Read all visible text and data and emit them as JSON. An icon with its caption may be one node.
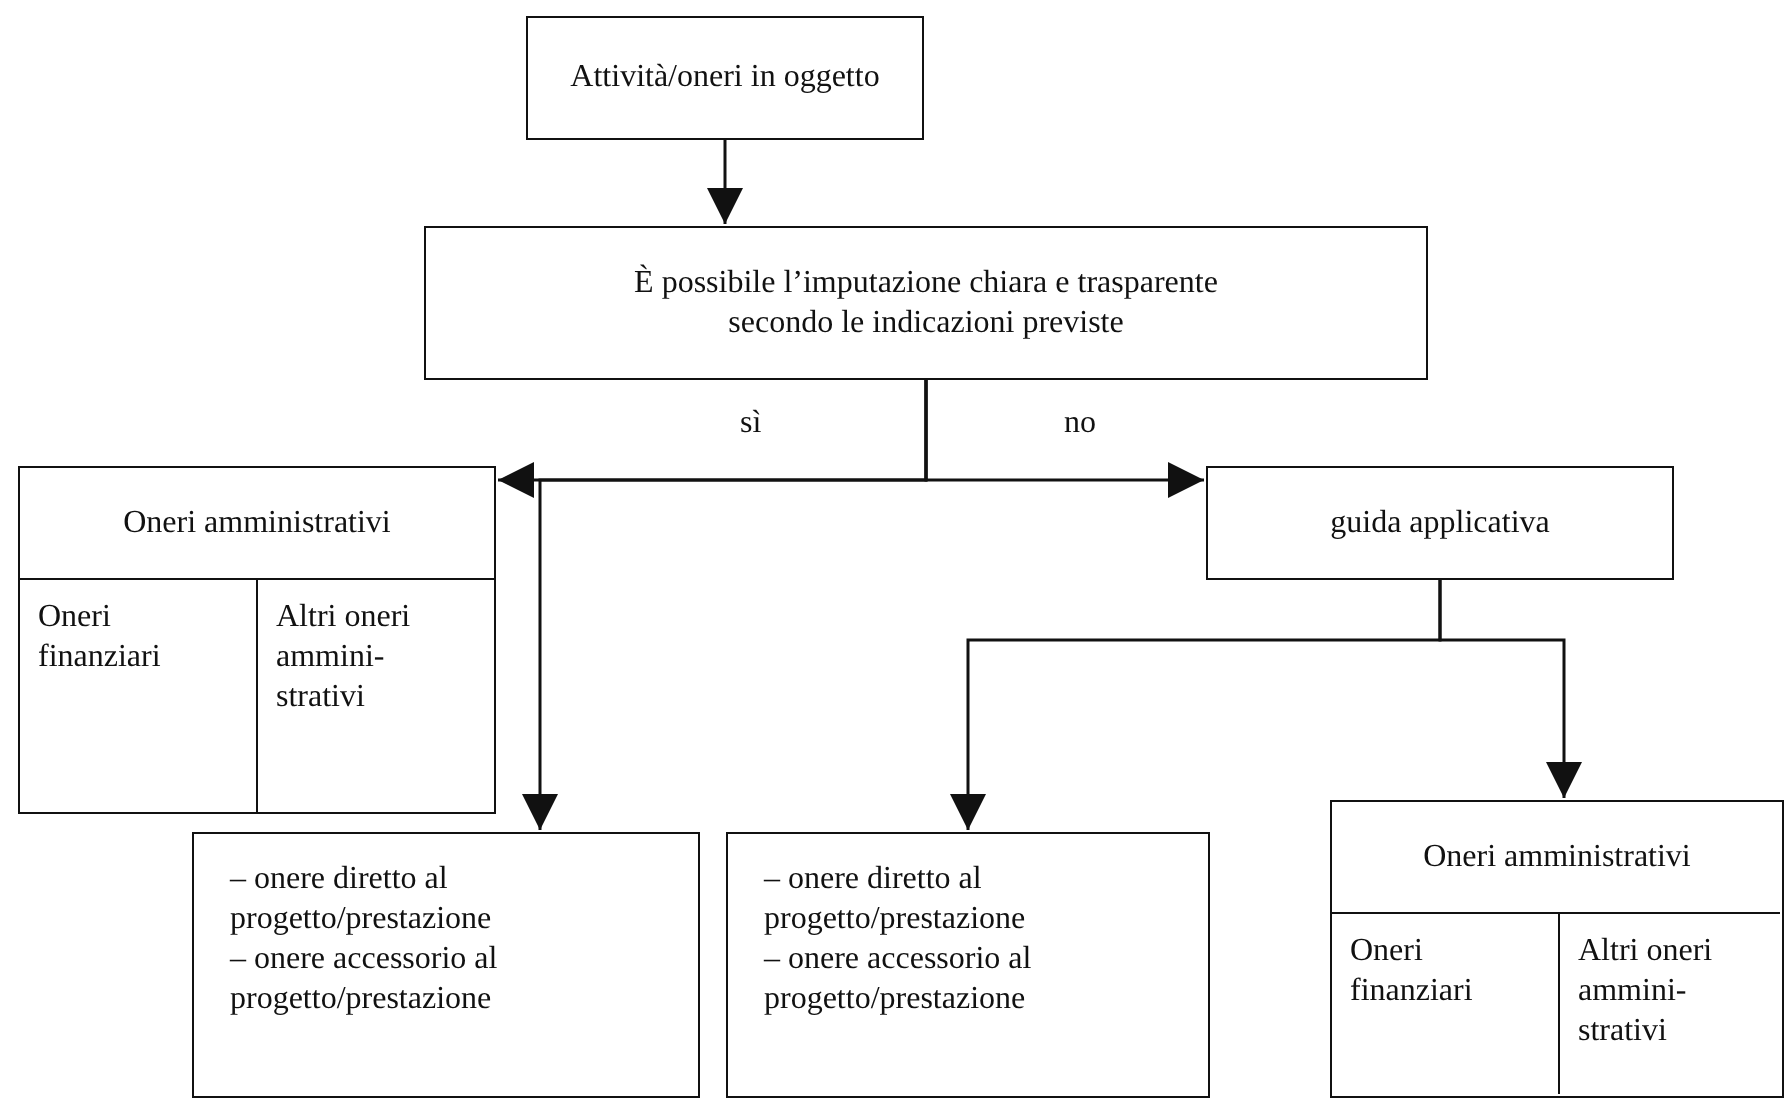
{
  "diagram": {
    "nodes": [
      {
        "text": [
          "Attività/oneri in oggetto"
        ]
      },
      {
        "text": [
          "È possibile l’imputazione chiara e trasparente secondo le indicazioni previste"
        ]
      },
      {
        "text": [
          "Oneri amministrativi"
        ]
      },
      {
        "text": [
          "Oneri finanziari"
        ],
        "in": 2
      },
      {
        "text": [
          "Altri oneri ammini- strativi"
        ],
        "in": 2
      },
      {
        "text": [
          "guida applicativa"
        ]
      },
      {
        "text": [
          "– onere diretto al progetto/prestazione",
          "– onere accessorio al progetto/prestazione"
        ]
      },
      {
        "text": [
          "– onere diretto al progetto/prestazione",
          "– onere accessorio al progetto/prestazione"
        ]
      },
      {
        "text": [
          "Oneri amministrativi"
        ]
      },
      {
        "text": [
          "Oneri finanziari"
        ],
        "in": 8
      },
      {
        "text": [
          "Altri oneri ammini- strativi"
        ],
        "in": 8
      }
    ],
    "edges": [
      {
        "from": 0,
        "to": 1,
        "arrow": "to"
      },
      {
        "from": 1,
        "to": 2,
        "arrow": "to",
        "label": "sì"
      },
      {
        "from": 1,
        "to": 6,
        "arrow": "to"
      },
      {
        "from": 1,
        "to": 5,
        "arrow": "to",
        "label": "no"
      },
      {
        "from": 5,
        "to": 7,
        "arrow": "to"
      },
      {
        "from": 5,
        "to": 8,
        "arrow": "to"
      }
    ]
  }
}
